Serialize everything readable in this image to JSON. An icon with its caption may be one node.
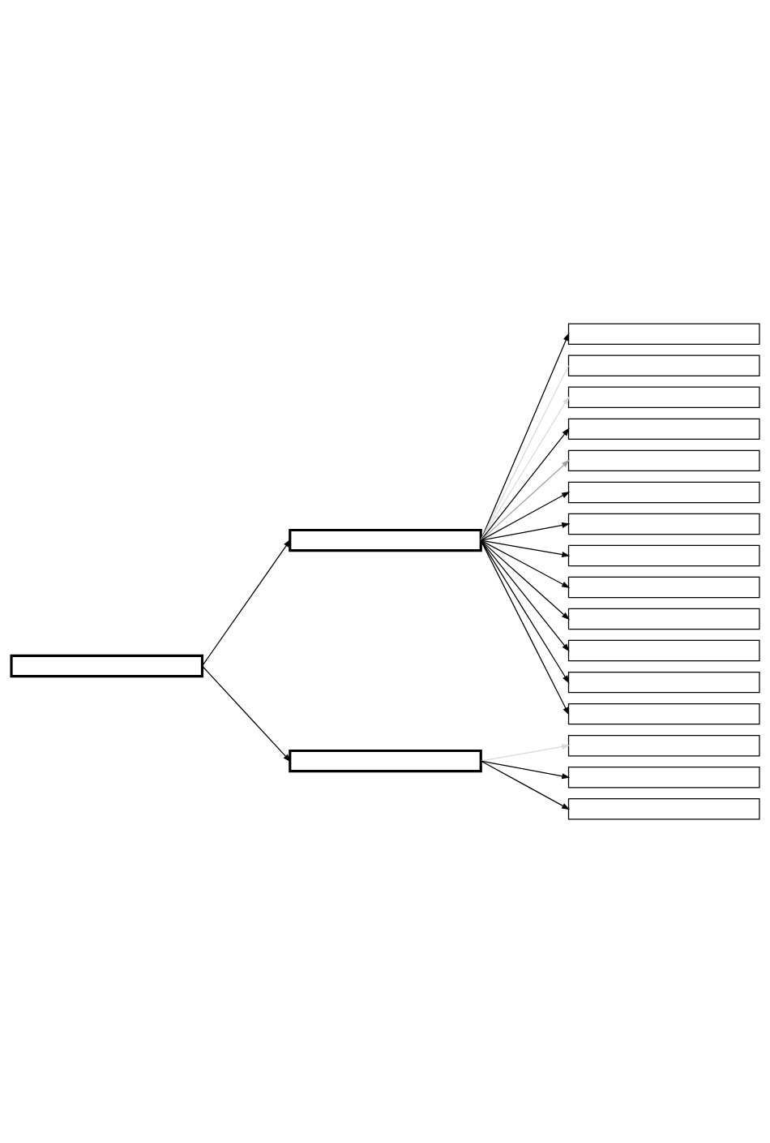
{
  "diagram": {
    "nodes": [
      {
        "text": [],
        "shape": "box"
      },
      {
        "text": [],
        "shape": "box"
      },
      {
        "text": [],
        "shape": "box"
      },
      {
        "text": [],
        "shape": "box"
      },
      {
        "text": [],
        "shape": "box"
      },
      {
        "text": [],
        "shape": "box"
      },
      {
        "text": [],
        "shape": "box"
      },
      {
        "text": [],
        "shape": "box"
      },
      {
        "text": [],
        "shape": "box"
      },
      {
        "text": [],
        "shape": "box"
      },
      {
        "text": [],
        "shape": "box"
      },
      {
        "text": [],
        "shape": "box"
      },
      {
        "text": [],
        "shape": "box"
      },
      {
        "text": [],
        "shape": "box"
      },
      {
        "text": [],
        "shape": "box"
      },
      {
        "text": [],
        "shape": "box"
      },
      {
        "text": [],
        "shape": "box"
      },
      {
        "text": [],
        "shape": "box"
      },
      {
        "text": [],
        "shape": "box"
      }
    ],
    "edges": [
      {
        "from": 0,
        "to": 1,
        "arrow": "to"
      },
      {
        "from": 1,
        "to": 2,
        "arrow": "to"
      },
      {
        "from": 1,
        "to": 3,
        "arrow": "none",
        "color": "#d9d9d9"
      },
      {
        "from": 1,
        "to": 4,
        "arrow": "to",
        "color": "#d9d9d9"
      },
      {
        "from": 1,
        "to": 5,
        "arrow": "to"
      },
      {
        "from": 1,
        "to": 6,
        "arrow": "to",
        "color": "#a0a0a0"
      },
      {
        "from": 1,
        "to": 7,
        "arrow": "to"
      },
      {
        "from": 1,
        "to": 8,
        "arrow": "to"
      },
      {
        "from": 1,
        "to": 9,
        "arrow": "to"
      },
      {
        "from": 1,
        "to": 10,
        "arrow": "to"
      },
      {
        "from": 1,
        "to": 11,
        "arrow": "to"
      },
      {
        "from": 1,
        "to": 12,
        "arrow": "to"
      },
      {
        "from": 1,
        "to": 13,
        "arrow": "to"
      },
      {
        "from": 1,
        "to": 14,
        "arrow": "to"
      },
      {
        "from": 0,
        "to": 15,
        "arrow": "to"
      },
      {
        "from": 15,
        "to": 16,
        "arrow": "to",
        "color": "#d9d9d9"
      },
      {
        "from": 15,
        "to": 17,
        "arrow": "to"
      },
      {
        "from": 15,
        "to": 18,
        "arrow": "to"
      }
    ]
  }
}
